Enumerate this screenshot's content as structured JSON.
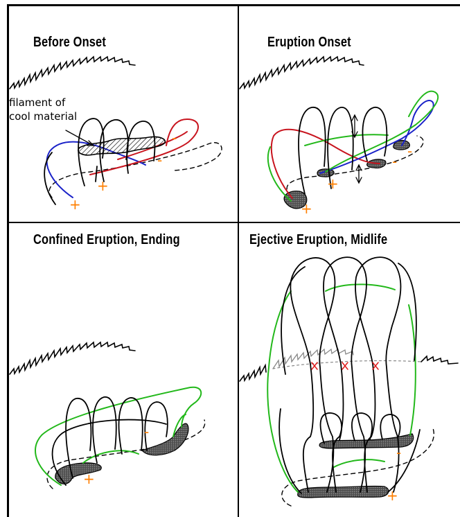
{
  "panels": {
    "top_left": {
      "title": "Before Onset"
    },
    "top_right": {
      "title": "Eruption Onset"
    },
    "bottom_left": {
      "title": "Confined Eruption, Ending"
    },
    "bottom_right": {
      "title": "Ejective Eruption, Midlife"
    }
  },
  "annotation": {
    "line1": "filament of",
    "line2": "cool material"
  },
  "polarity": {
    "plus": "+",
    "minus": "-"
  },
  "colors": {
    "field_line": "#000000",
    "red_field_line": "#c8141e",
    "blue_field_line": "#1a22c8",
    "green_field_line": "#22b81a",
    "polarity_sign": "#ff7f00",
    "footpoint_fill": "#666666",
    "reconnection_mark": "#e01a1a"
  }
}
